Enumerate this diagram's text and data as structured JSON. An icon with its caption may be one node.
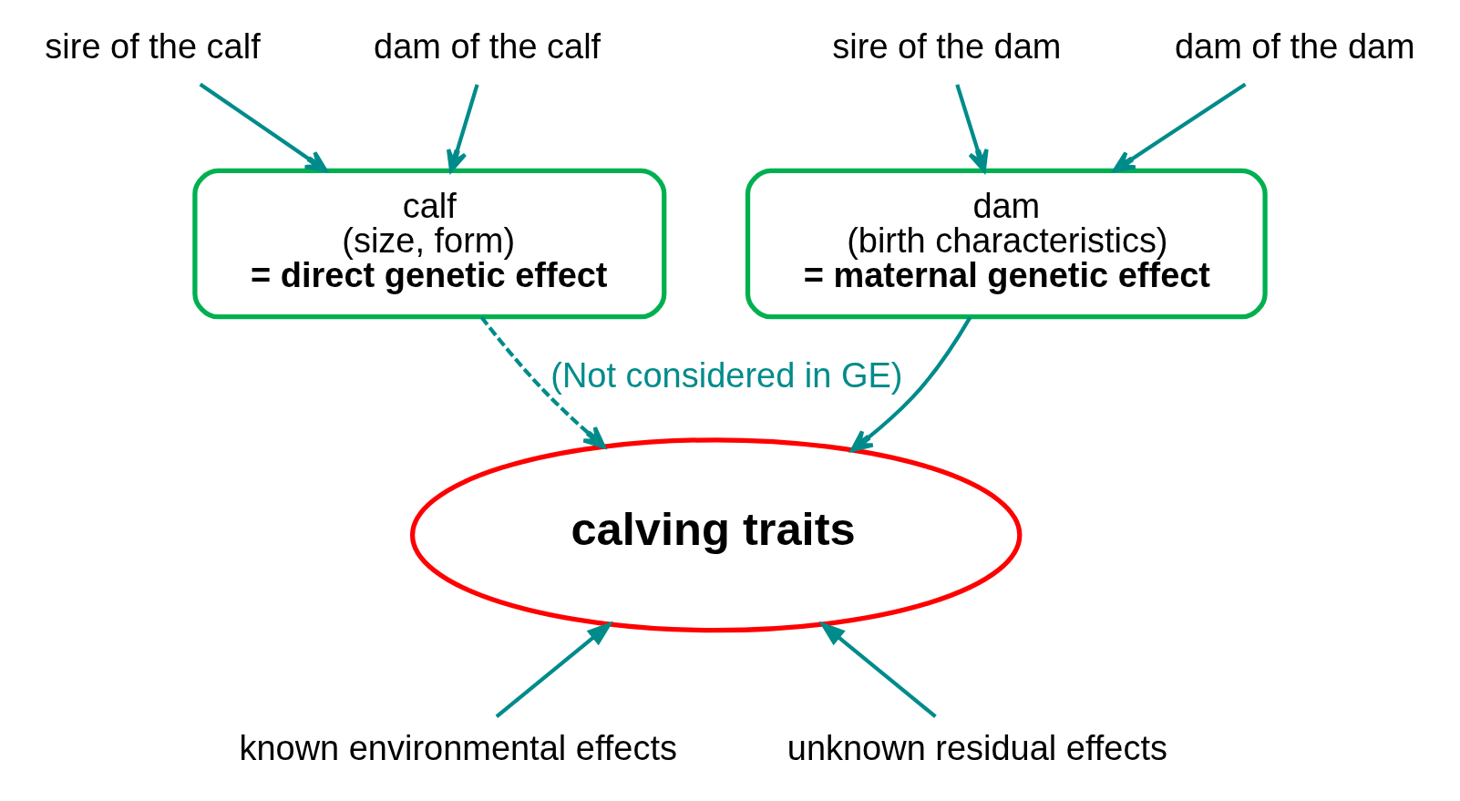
{
  "diagram": {
    "nodes": [
      {
        "text": [
          "sire of the calf"
        ]
      },
      {
        "text": [
          "dam of the calf"
        ]
      },
      {
        "text": [
          "sire of the dam"
        ]
      },
      {
        "text": [
          "dam of the dam"
        ]
      },
      {
        "text": [
          "calf",
          "(size, form)",
          "= direct genetic effect"
        ]
      },
      {
        "text": [
          "dam",
          "(birth characteristics)",
          "= maternal genetic effect"
        ]
      },
      {
        "text": [
          "calving traits"
        ]
      },
      {
        "text": [
          "known environmental effects"
        ]
      },
      {
        "text": [
          "unknown residual effects"
        ]
      }
    ],
    "edges": [
      {
        "from": 0,
        "to": 4,
        "arrow": "to"
      },
      {
        "from": 1,
        "to": 4,
        "arrow": "to"
      },
      {
        "from": 2,
        "to": 5,
        "arrow": "to"
      },
      {
        "from": 3,
        "to": 5,
        "arrow": "to"
      },
      {
        "from": 4,
        "to": 6,
        "arrow": "to",
        "style": "dashed",
        "label": "(Not considered in GE)"
      },
      {
        "from": 5,
        "to": 6,
        "arrow": "to"
      },
      {
        "from": 7,
        "to": 6,
        "arrow": "to"
      },
      {
        "from": 8,
        "to": 6,
        "arrow": "to"
      }
    ]
  }
}
